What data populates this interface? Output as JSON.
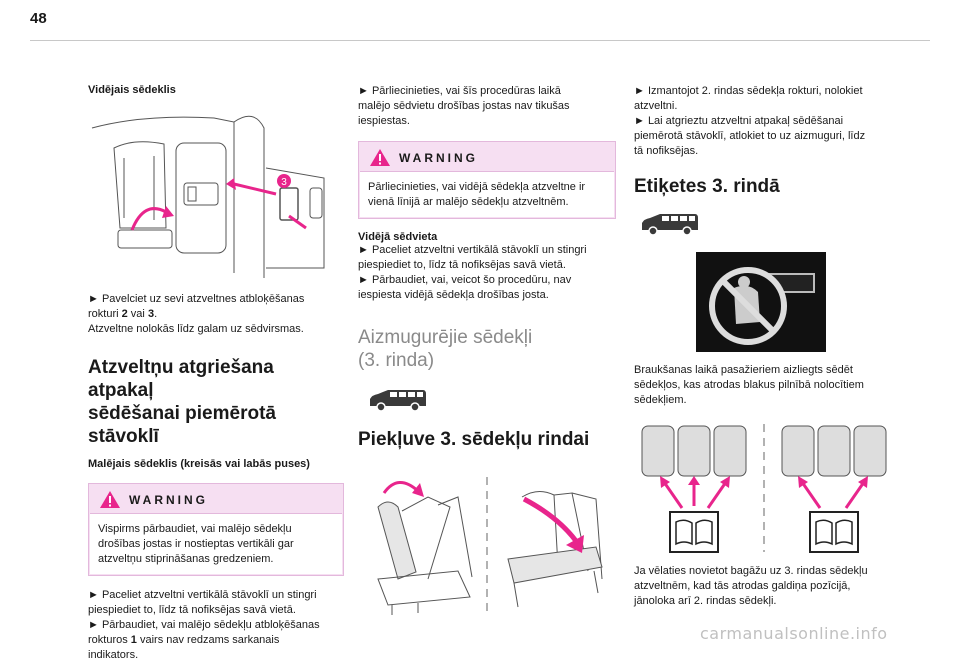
{
  "page_number": "48",
  "col1": {
    "subheading": "Vidējais sēdeklis",
    "p1_l1": "► Pavelciet uz sevi atzveltnes atbloķēšanas",
    "p1_l2_a": "rokturi ",
    "p1_l2_b": "2",
    "p1_l2_c": " vai ",
    "p1_l2_d": "3",
    "p1_l2_e": ".",
    "p1_l3": "Atzveltne nolokās līdz galam uz sēdvirsmas.",
    "heading": [
      "Atzveltņu atgriešana atpakaļ",
      "sēdēšanai piemērotā",
      "stāvoklī"
    ],
    "subheading2": "Malējais sēdeklis (kreisās vai labās puses)",
    "warning_title": "WARNING",
    "warning_lines": [
      "Vispirms pārbaudiet, vai malējo sēdekļu",
      "drošības jostas ir nostieptas vertikāli gar",
      "atzveltņu stiprināšanas gredzeniem."
    ],
    "p2_lines": [
      "► Paceliet atzveltni vertikālā stāvoklī un stingri",
      "piespiediet to, līdz tā nofiksējas savā vietā.",
      "► Pārbaudiet, vai malējo sēdekļu atbloķēšanas"
    ],
    "p2_l4_a": "rokturos ",
    "p2_l4_b": "1",
    "p2_l4_c": " vairs nav redzams sarkanais",
    "p2_l5": "indikators.",
    "callout_number": "3"
  },
  "col2": {
    "p1_lines": [
      "► Pārliecinieties, vai šīs procedūras laikā",
      "malējo sēdvietu drošības jostas nav tikušas",
      "iespiestas."
    ],
    "warning_title": "WARNING",
    "warning_lines": [
      "Pārliecinieties, vai vidējā sēdekļa atzveltne ir",
      "vienā līnijā ar malējo sēdekļu atzveltnēm."
    ],
    "subheading": "Vidējā sēdvieta",
    "p2_lines": [
      "► Paceliet atzveltni vertikālā stāvoklī un stingri",
      "piespiediet to, līdz tā nofiksējas savā vietā.",
      "► Pārbaudiet, vai, veicot šo procedūru, nav",
      "iespiesta vidējā sēdekļa drošības josta."
    ],
    "section_title": [
      "Aizmugurējie sēdekļi",
      "(3. rinda)"
    ],
    "heading": "Piekļuve 3. sēdekļu rindai"
  },
  "col3": {
    "p1_lines": [
      "► Izmantojot 2. rindas sēdekļa rokturi, nolokiet",
      "atzveltni.",
      "► Lai atgrieztu atzveltni atpakaļ sēdēšanai",
      "piemērotā stāvoklī, atlokiet to uz aizmuguri, līdz",
      "tā nofiksējas."
    ],
    "heading": "Etiķetes 3. rindā",
    "p2_lines": [
      "Braukšanas laikā pasažieriem aizliegts sēdēt",
      "sēdekļos, kas atrodas blakus pilnībā nolocītiem",
      "sēdekļiem."
    ],
    "p3_lines": [
      "Ja vēlaties novietot bagāžu uz 3. rindas sēdekļu",
      "atzveltnēm, kad tās atrodas galdiņa pozīcijā,",
      "jānoloka arī 2. rindas sēdekļi."
    ]
  },
  "footer": "carmanualsonline.info",
  "colors": {
    "accent": "#e8258c",
    "warning_bg": "#f6dff2",
    "rule": "#c8c8c8"
  },
  "icons": [
    "warning-triangle-icon",
    "van-icon",
    "no-sitting-label-icon",
    "manual-book-icon"
  ]
}
